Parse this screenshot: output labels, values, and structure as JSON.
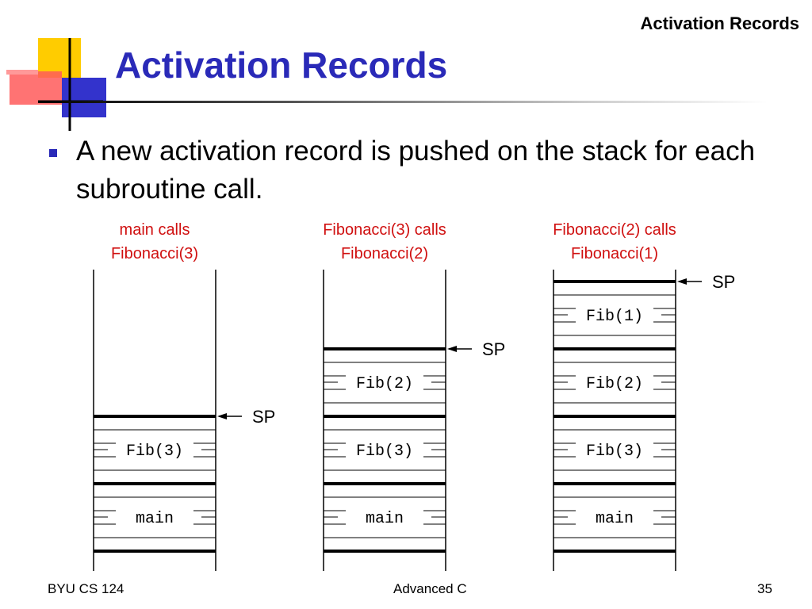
{
  "header": {
    "corner_title": "Activation Records",
    "title": "Activation Records"
  },
  "content": {
    "bullet": "A new activation record is pushed on the stack for each subroutine call."
  },
  "diagram": {
    "stacks": [
      {
        "caption": [
          "main calls",
          "Fibonacci(3)"
        ],
        "frames": [
          "main",
          "Fib(3)"
        ],
        "pointer": "SP"
      },
      {
        "caption": [
          "Fibonacci(3) calls",
          "Fibonacci(2)"
        ],
        "frames": [
          "main",
          "Fib(3)",
          "Fib(2)"
        ],
        "pointer": "SP"
      },
      {
        "caption": [
          "Fibonacci(2) calls",
          "Fibonacci(1)"
        ],
        "frames": [
          "main",
          "Fib(3)",
          "Fib(2)",
          "Fib(1)"
        ],
        "pointer": "SP"
      }
    ]
  },
  "footer": {
    "left": "BYU CS 124",
    "center": "Advanced C",
    "page": "35"
  }
}
